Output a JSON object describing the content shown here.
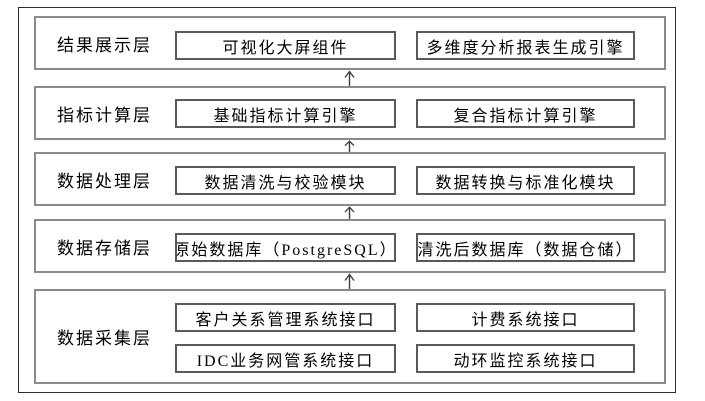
{
  "diagram": {
    "title_hint": "layered-data-platform-architecture",
    "arrow": {
      "count": 4,
      "direction": "up"
    },
    "colors": {
      "background": "#ffffff",
      "outer_border": "#2b2b2b",
      "layer_border": "#8a8a8a",
      "node_border": "#595959",
      "text": "#000000",
      "arrow": "#3d3d3d"
    },
    "layers": [
      {
        "label": "结果展示层",
        "boxes": [
          "可视化大屏组件",
          "多维度分析报表生成引擎"
        ]
      },
      {
        "label": "指标计算层",
        "boxes": [
          "基础指标计算引擎",
          "复合指标计算引擎"
        ]
      },
      {
        "label": "数据处理层",
        "boxes": [
          "数据清洗与校验模块",
          "数据转换与标准化模块"
        ]
      },
      {
        "label": "数据存储层",
        "boxes": [
          "原始数据库（PostgreSQL）",
          "清洗后数据库（数据仓储）"
        ]
      },
      {
        "label": "数据采集层",
        "boxes": [
          "客户关系管理系统接口",
          "计费系统接口",
          "IDC业务网管系统接口",
          "动环监控系统接口"
        ]
      }
    ]
  }
}
